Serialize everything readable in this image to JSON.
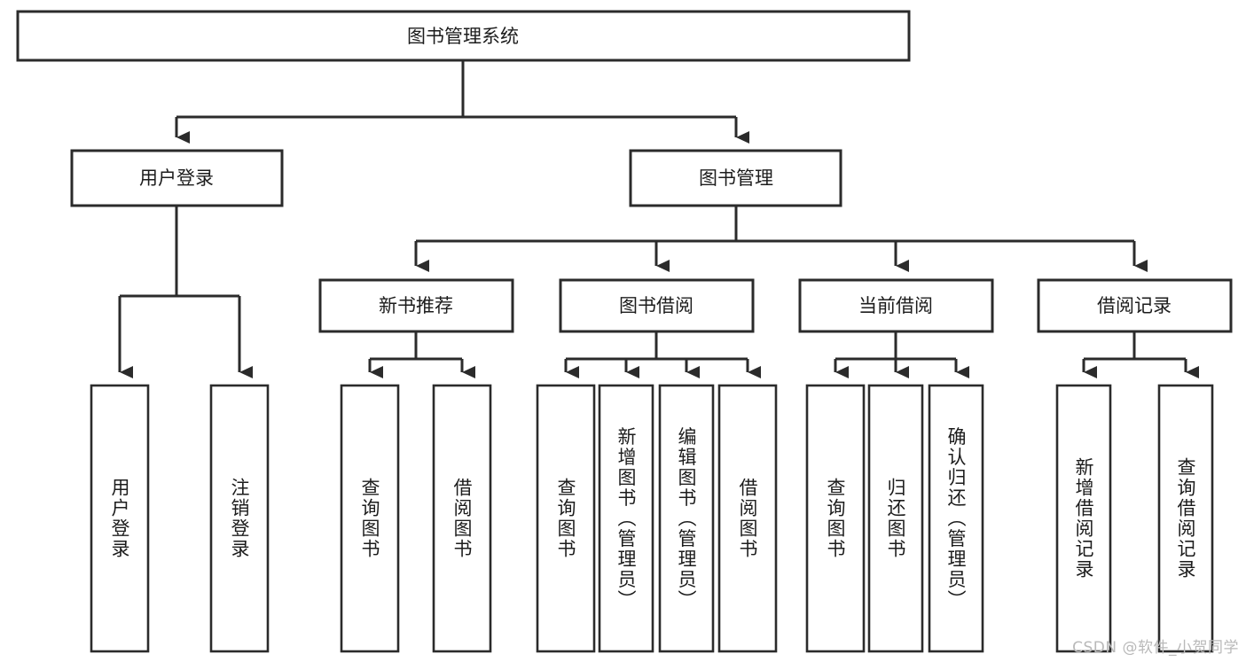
{
  "diagram": {
    "type": "tree",
    "title": "图书管理系统",
    "watermark": "CSDN @软件_小贺同学",
    "colors": {
      "stroke": "#2b2b2b",
      "fill": "#ffffff",
      "text": "#1c1c1c",
      "watermark": "#b9b9b9"
    },
    "root": {
      "label": "图书管理系统"
    },
    "level2": [
      {
        "label": "用户登录"
      },
      {
        "label": "图书管理"
      }
    ],
    "level3": [
      {
        "label": "新书推荐"
      },
      {
        "label": "图书借阅"
      },
      {
        "label": "当前借阅"
      },
      {
        "label": "借阅记录"
      }
    ],
    "leaves": {
      "user_login": [
        {
          "label": "用户登录"
        },
        {
          "label": "注销登录"
        }
      ],
      "new_book": [
        {
          "label": "查询图书"
        },
        {
          "label": "借阅图书"
        }
      ],
      "book_borrow": [
        {
          "label": "查询图书"
        },
        {
          "label": "新增图书（管理员）"
        },
        {
          "label": "编辑图书（管理员）"
        },
        {
          "label": "借阅图书"
        }
      ],
      "current_borrow": [
        {
          "label": "查询图书"
        },
        {
          "label": "归还图书"
        },
        {
          "label": "确认归还（管理员）"
        }
      ],
      "borrow_record": [
        {
          "label": "新增借阅记录"
        },
        {
          "label": "查询借阅记录"
        }
      ]
    }
  }
}
